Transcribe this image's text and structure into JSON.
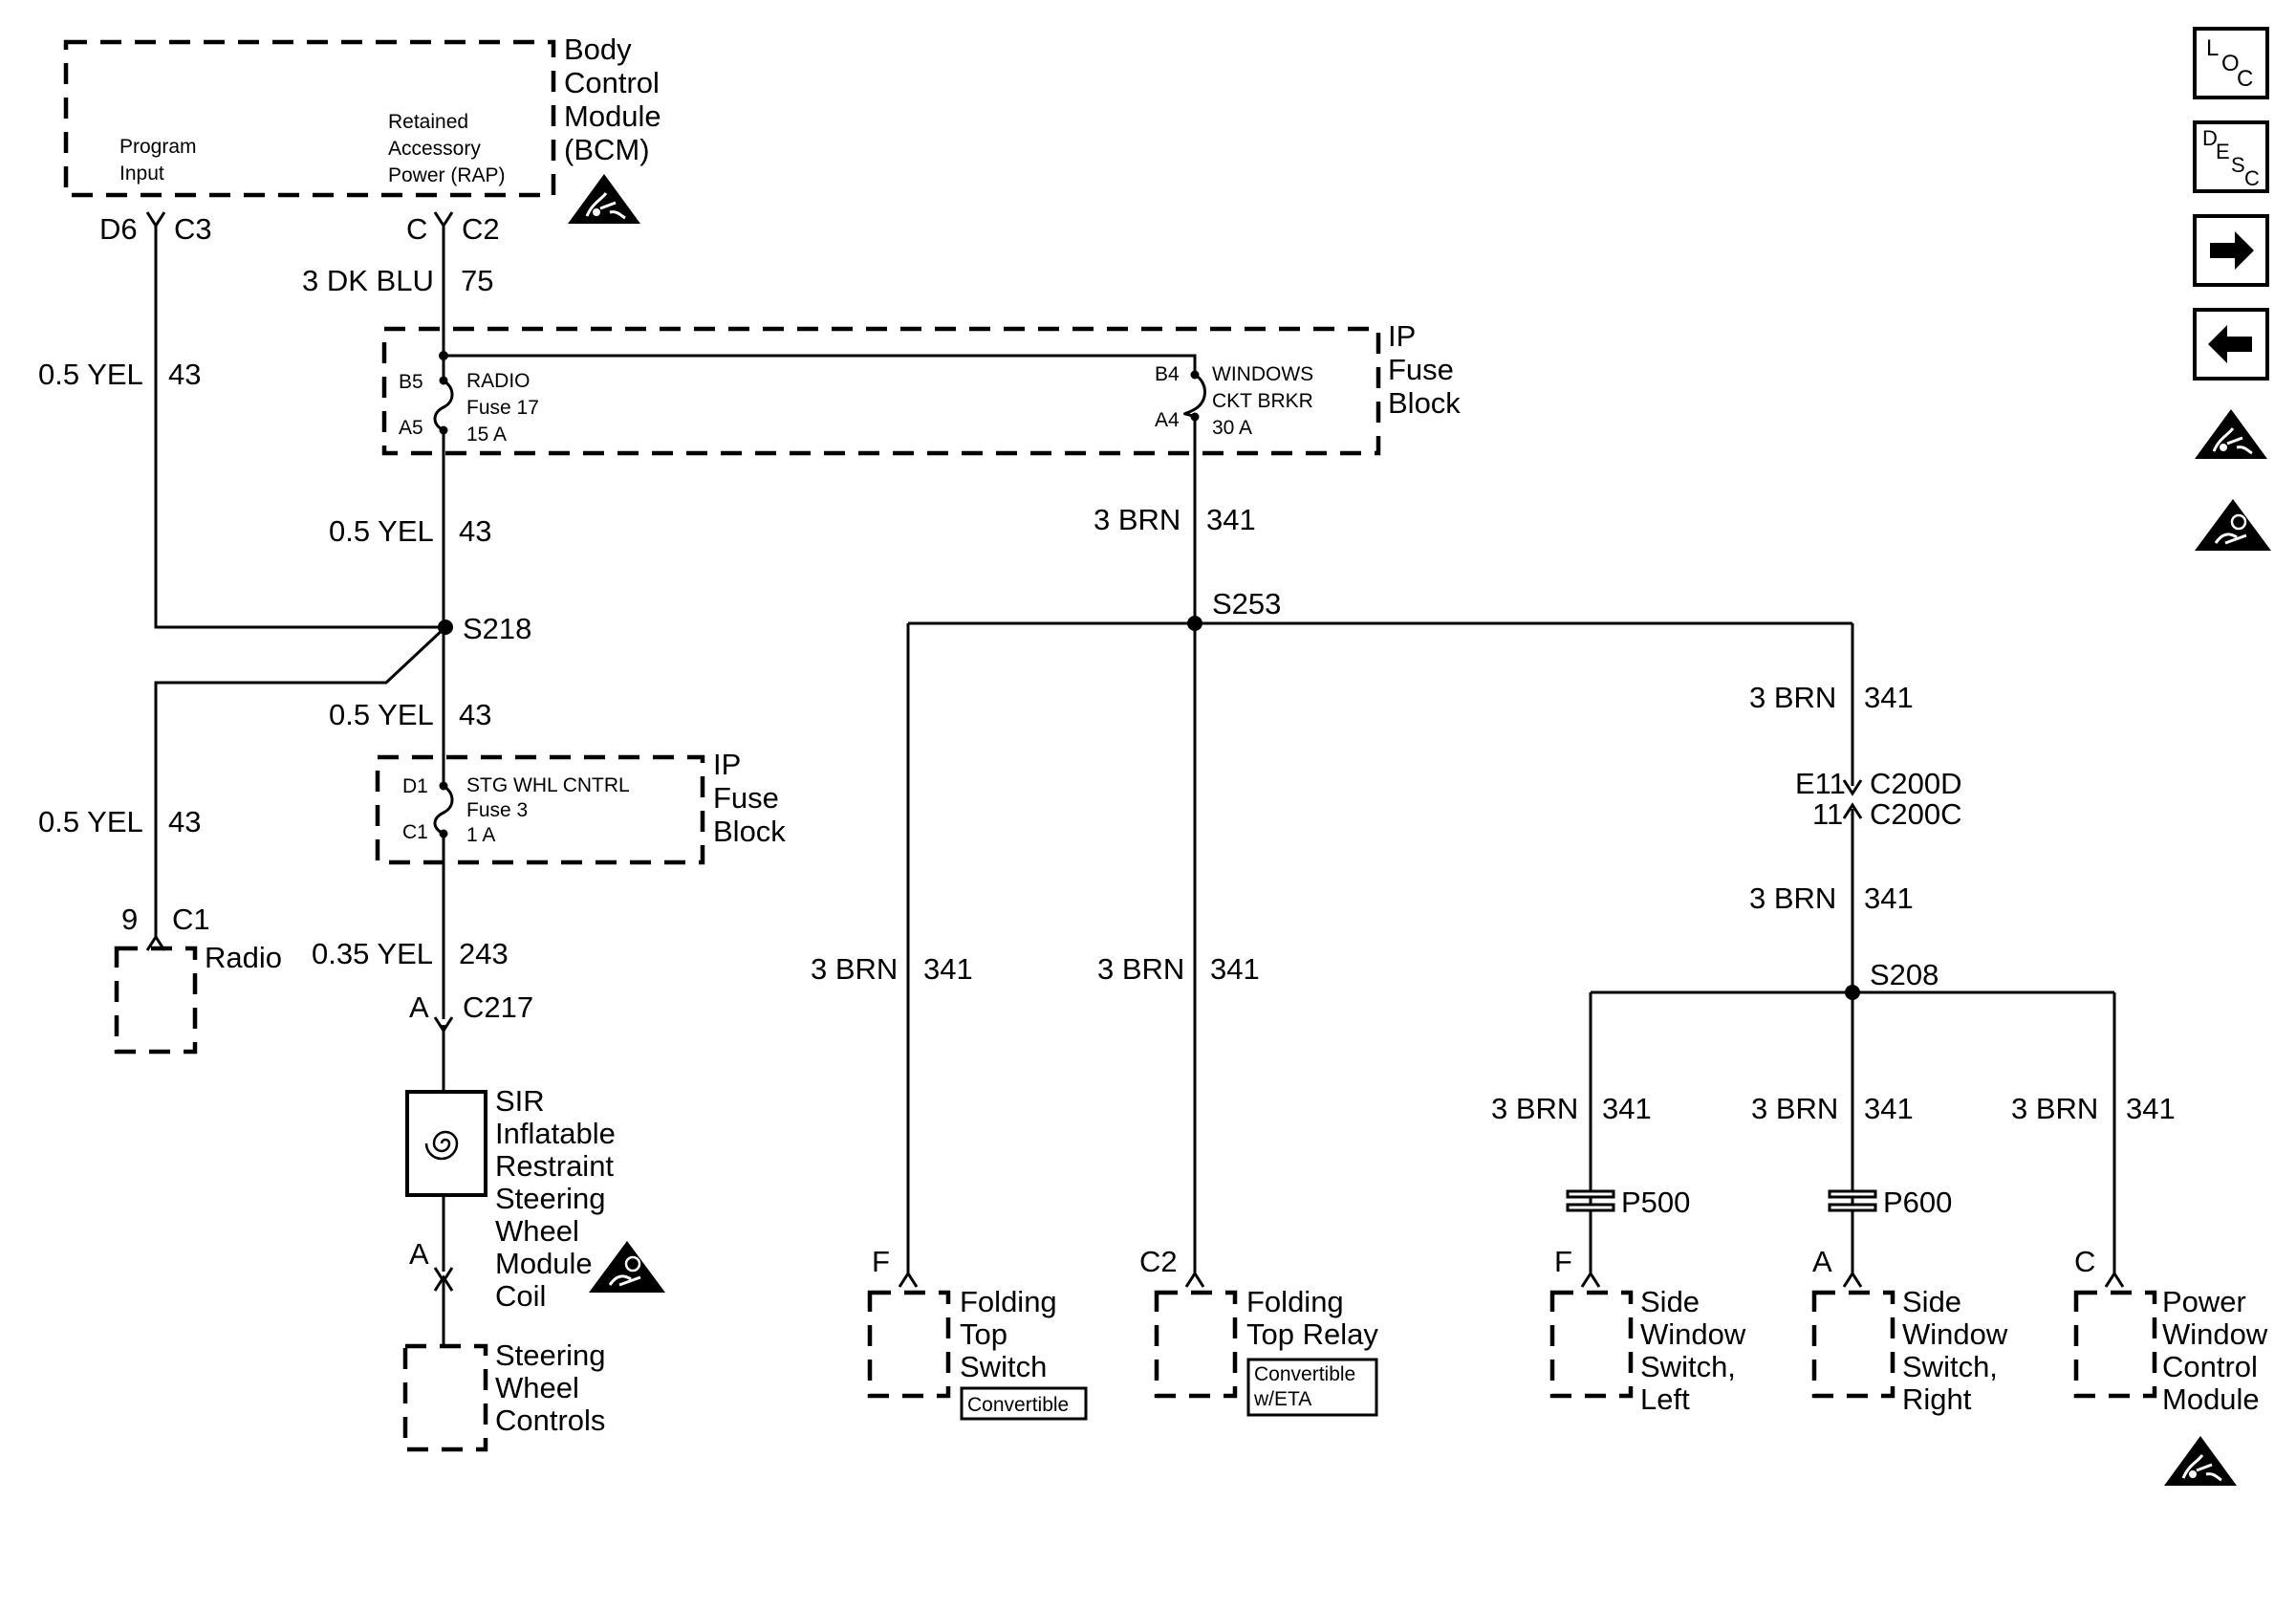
{
  "bcm": {
    "name_lines": [
      "Body",
      "Control",
      "Module",
      "(BCM)"
    ],
    "program_input": [
      "Program",
      "Input"
    ],
    "rap": [
      "Retained",
      "Accessory",
      "Power (RAP)"
    ],
    "pin_d6": "D6",
    "conn_c3": "C3",
    "pin_c": "C",
    "conn_c2": "C2"
  },
  "wires": {
    "w_3dkblu": "3 DK BLU",
    "c_75": "75",
    "w_05yel": "0.5 YEL",
    "c_43": "43",
    "w_035yel": "0.35 YEL",
    "c_243": "243",
    "w_3brn": "3 BRN",
    "c_341": "341"
  },
  "fuse_block_1": {
    "label_lines": [
      "IP",
      "Fuse",
      "Block"
    ],
    "radio_fuse": [
      "RADIO",
      "Fuse 17",
      "15 A"
    ],
    "pin_b5": "B5",
    "pin_a5": "A5",
    "windows_brkr": [
      "WINDOWS",
      "CKT BRKR",
      "30 A"
    ],
    "pin_b4": "B4",
    "pin_a4": "A4"
  },
  "fuse_block_2": {
    "label_lines": [
      "IP",
      "Fuse",
      "Block"
    ],
    "stg_fuse": [
      "STG WHL CNTRL",
      "Fuse 3",
      "1 A"
    ],
    "pin_d1": "D1",
    "pin_c1": "C1"
  },
  "splices": {
    "s218": "S218",
    "s253": "S253",
    "s208": "S208"
  },
  "radio": {
    "pin": "9",
    "conn": "C1",
    "name": "Radio"
  },
  "c217": {
    "pin": "A",
    "conn": "C217"
  },
  "sir": {
    "name_lines": [
      "SIR",
      "Inflatable",
      "Restraint",
      "Steering",
      "Wheel",
      "Module",
      "Coil"
    ],
    "pin": "A"
  },
  "steering_controls": {
    "name_lines": [
      "Steering",
      "Wheel",
      "Controls"
    ]
  },
  "c200": {
    "pin_e11": "E11",
    "conn_d": "C200D",
    "pin_11": "11",
    "conn_c": "C200C"
  },
  "folding_switch": {
    "pin": "F",
    "name_lines": [
      "Folding",
      "Top",
      "Switch"
    ],
    "option": "Convertible"
  },
  "folding_relay": {
    "pin": "C2",
    "name_lines": [
      "Folding",
      "Top Relay"
    ],
    "option": [
      "Convertible",
      "w/ETA"
    ]
  },
  "p500": "P500",
  "p600": "P600",
  "side_left": {
    "pin": "F",
    "name_lines": [
      "Side",
      "Window",
      "Switch,",
      "Left"
    ]
  },
  "side_right": {
    "pin": "A",
    "name_lines": [
      "Side",
      "Window",
      "Switch,",
      "Right"
    ]
  },
  "pwcm": {
    "pin": "C",
    "name_lines": [
      "Power",
      "Window",
      "Control",
      "Module"
    ]
  },
  "side_icons": {
    "loc": {
      "main": "L",
      "sub": "O",
      "sub2": "C"
    },
    "desc": {
      "a": "D",
      "b": "E",
      "c": "S",
      "d": "C"
    },
    "items": [
      "loc-icon",
      "desc-icon",
      "next-arrow-icon",
      "prev-arrow-icon",
      "esd-warning-icon",
      "sir-warning-icon"
    ]
  }
}
